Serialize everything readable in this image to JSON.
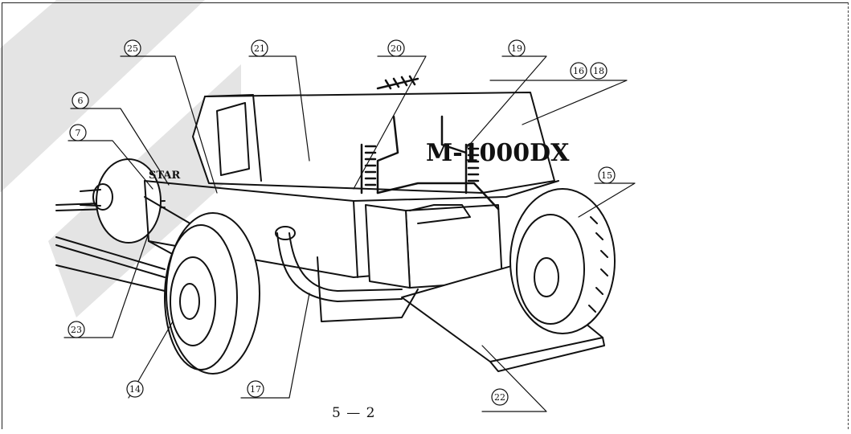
{
  "figure": {
    "caption": "5 — 2",
    "brand_text": "M-1000DX",
    "badge_text": "STAR",
    "callouts": [
      "25",
      "21",
      "20",
      "19",
      "16",
      "18",
      "6",
      "7",
      "15",
      "23",
      "14",
      "17",
      "22"
    ]
  }
}
